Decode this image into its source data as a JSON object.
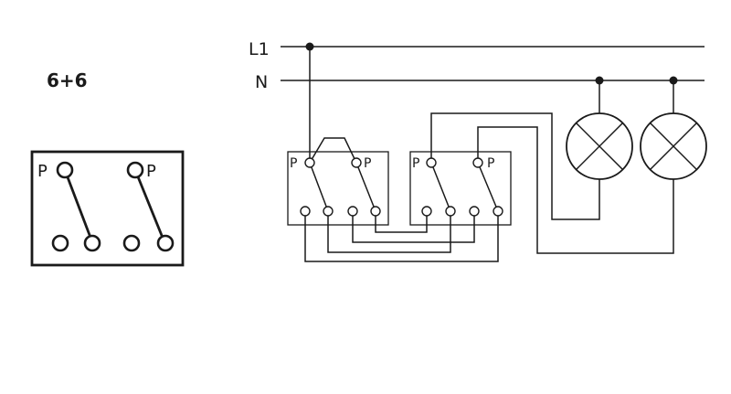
{
  "title": "6+6",
  "lines": {
    "l1": "L1",
    "n": "N"
  },
  "symbol": {
    "p_left": "P",
    "p_right": "P"
  },
  "switch_1": {
    "p_left": "P",
    "p_right": "P"
  },
  "switch_2": {
    "p_left": "P",
    "p_right": "P"
  }
}
